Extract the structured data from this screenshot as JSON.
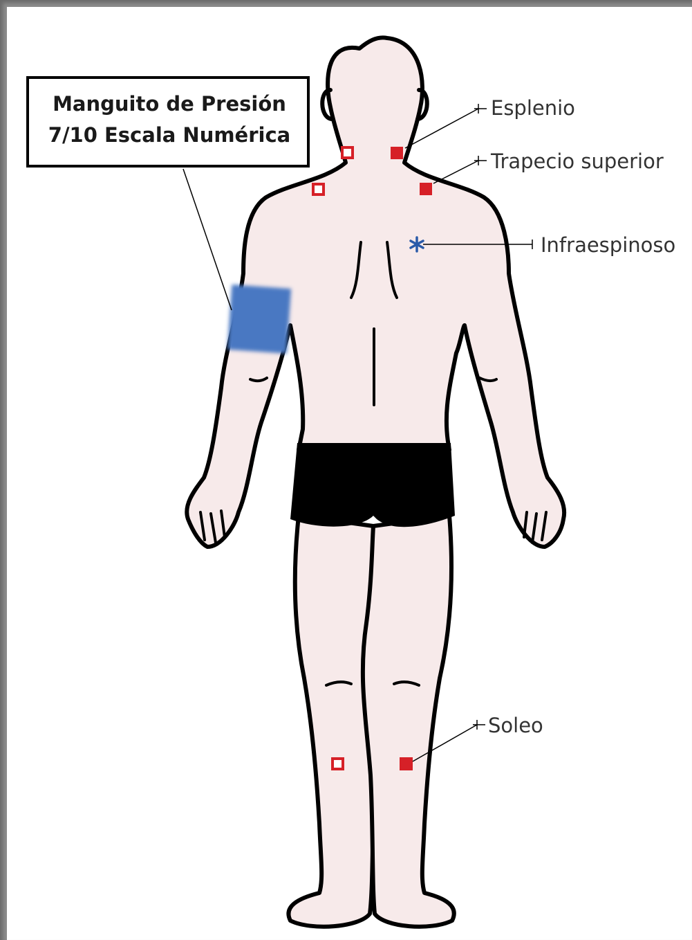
{
  "callout": {
    "line1": "Manguito de Presión",
    "line2": "7/10 Escala Numérica"
  },
  "labels": {
    "esplenio": "Esplenio",
    "trapecio": "Trapecio superior",
    "infraespinoso": "Infraespinoso",
    "soleo": "Soleo"
  },
  "colors": {
    "skin": "#f7eaea",
    "outline": "#000000",
    "shorts": "#000000",
    "marker_red": "#d62027",
    "marker_blue": "#2a5aa8",
    "cuff": "#4a78c2",
    "frame": "#8c8c8c"
  },
  "icons": {
    "filled_marker": "red-filled-square-icon",
    "hollow_marker": "red-hollow-square-icon",
    "star_marker": "blue-asterisk-icon"
  }
}
